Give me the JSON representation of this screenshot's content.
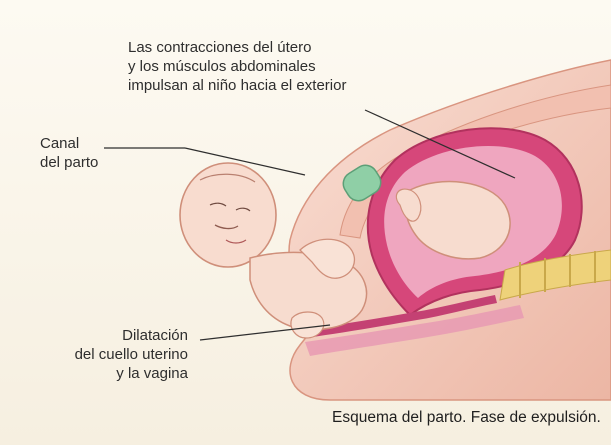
{
  "labels": {
    "contractions": [
      "Las contracciones del útero",
      "y los músculos abdominales",
      "impulsan al niño hacia el exterior"
    ],
    "birth_canal": [
      "Canal",
      "del parto"
    ],
    "dilation": [
      "Dilatación",
      "del cuello uterino",
      "y la vagina"
    ]
  },
  "caption": "Esquema del parto. Fase de expulsión.",
  "colors": {
    "background": "#fbf8ef",
    "skin": "#f6d3c6",
    "skin_shadow": "#e4a995",
    "uterus": "#d6477a",
    "uterus_light": "#efa6bf",
    "spine": "#eed27a",
    "bladder": "#8fcfa6",
    "leader_line": "#2e2e2e"
  }
}
